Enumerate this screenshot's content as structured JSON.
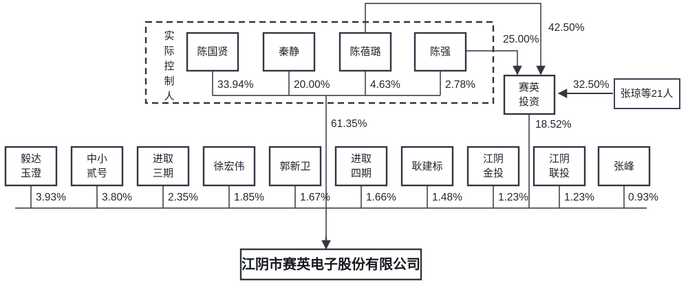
{
  "diagram": {
    "type": "ownership-structure-chart",
    "title_company": "江阴市赛英电子股份有限公司",
    "control_group": {
      "label": "实际控制人",
      "label_chars": [
        "实",
        "际",
        "控",
        "制",
        "人"
      ],
      "members": [
        {
          "name": "陈国贤",
          "pct": "33.94%"
        },
        {
          "name": "秦静",
          "pct": "20.00%"
        },
        {
          "name": "陈蓓璐",
          "pct": "4.63%"
        },
        {
          "name": "陈强",
          "pct": "2.78%"
        }
      ],
      "combined_pct": "61.35%"
    },
    "investment_platform": {
      "name_line1": "赛英",
      "name_line2": "投资",
      "to_company_pct": "18.52%",
      "inflows": [
        {
          "from": "陈强",
          "pct": "25.00%"
        },
        {
          "from": "陈蓓璐",
          "pct": "42.50%"
        },
        {
          "from": "张琼等21人",
          "pct": "32.50%"
        }
      ]
    },
    "other_investor": {
      "name": "张琼等21人",
      "pct": "32.50%"
    },
    "shareholders": [
      {
        "line1": "毅达",
        "line2": "玉澄",
        "pct": "3.93%"
      },
      {
        "line1": "中小",
        "line2": "贰号",
        "pct": "3.80%"
      },
      {
        "line1": "进取",
        "line2": "三期",
        "pct": "2.35%"
      },
      {
        "line1": "徐宏伟",
        "line2": "",
        "pct": "1.85%"
      },
      {
        "line1": "郭新卫",
        "line2": "",
        "pct": "1.67%"
      },
      {
        "line1": "进取",
        "line2": "四期",
        "pct": "1.66%"
      },
      {
        "line1": "耿建标",
        "line2": "",
        "pct": "1.48%"
      },
      {
        "line1": "江阴",
        "line2": "金投",
        "pct": "1.23%"
      },
      {
        "line1": "江阴",
        "line2": "联投",
        "pct": "1.23%"
      },
      {
        "line1": "张峰",
        "line2": "",
        "pct": "0.93%"
      }
    ],
    "colors": {
      "box_stroke": "#2f3742",
      "line": "#4a4f57",
      "text": "#1d2026",
      "background": "#ffffff"
    }
  }
}
